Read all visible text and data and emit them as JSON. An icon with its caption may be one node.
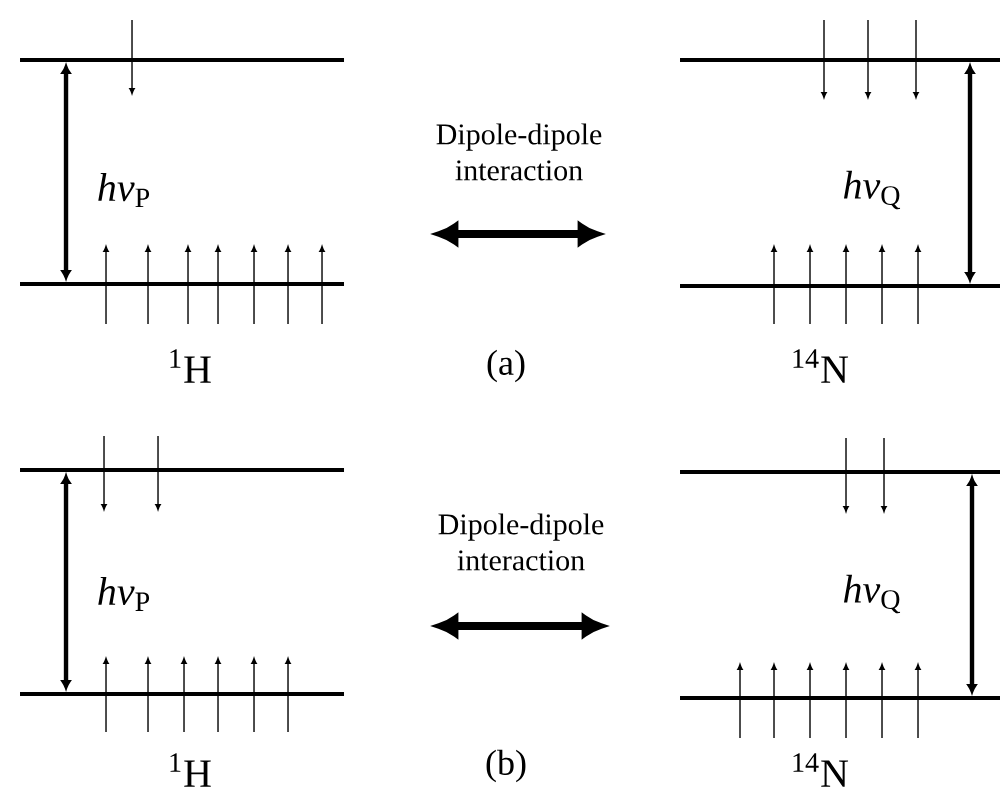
{
  "diagram": {
    "nodes": [
      {
        "text": [
          "*hν*$_{P}$"
        ],
        "beside": [
          "$^{1}$H"
        ]
      },
      {
        "text": [
          "*hν*$_{Q}$"
        ],
        "beside": [
          "$^{14}$N"
        ]
      },
      {
        "text": [
          "*hν*$_{P}$"
        ],
        "beside": [
          "$^{1}$H"
        ]
      },
      {
        "text": [
          "*hν*$_{Q}$"
        ],
        "beside": [
          "$^{14}$N"
        ]
      }
    ],
    "edges": [
      {
        "from": 0,
        "to": 1,
        "arrow": "both",
        "label": "Dipole-dipole interaction"
      },
      {
        "from": 2,
        "to": 3,
        "arrow": "both",
        "label": "Dipole-dipole interaction"
      }
    ],
    "labels": [
      "(a)",
      "(b)"
    ]
  }
}
